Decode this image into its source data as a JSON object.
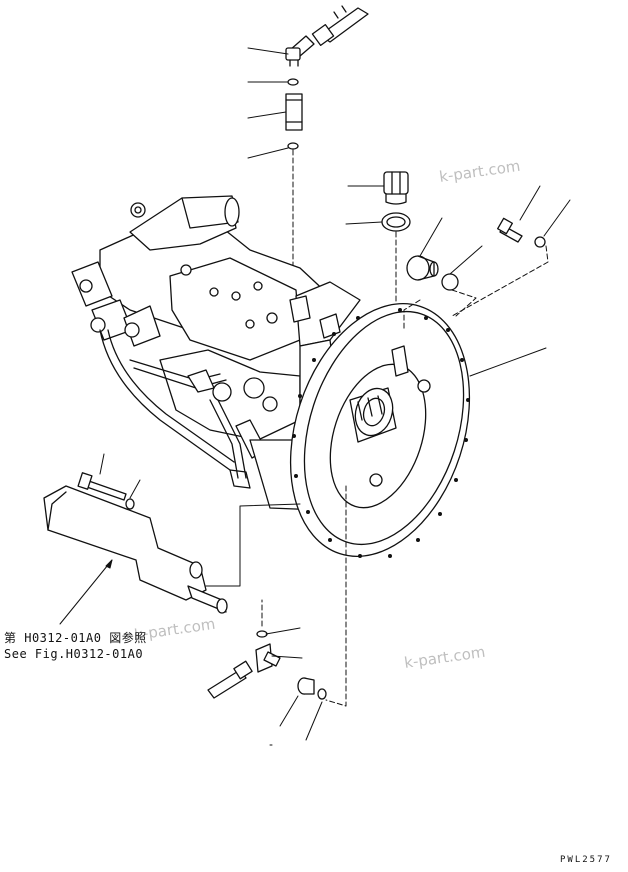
{
  "diagram": {
    "reference_jp": "第 H0312-01A0 図参照",
    "reference_en": "See Fig.H0312-01A0",
    "drawing_code": "PWL2577",
    "watermark": "k-part.com"
  },
  "colors": {
    "ink": "#111111",
    "watermark": "#bfbfbf"
  }
}
